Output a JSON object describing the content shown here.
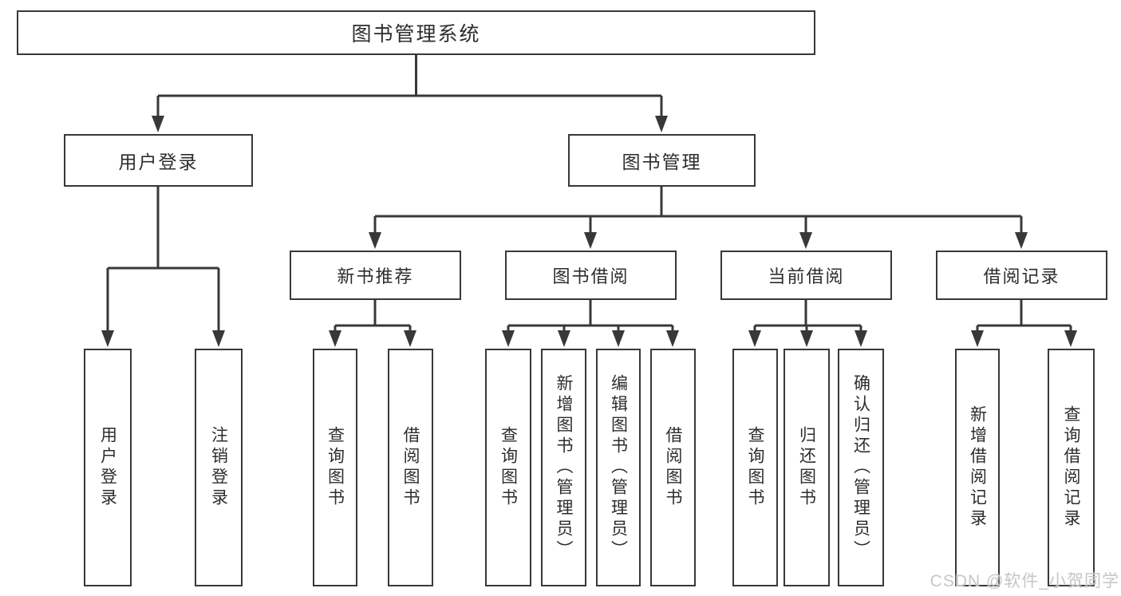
{
  "tree": {
    "root": {
      "label": "图书管理系统"
    },
    "branches": [
      {
        "label": "用户登录",
        "children": [
          {
            "label": "用户登录"
          },
          {
            "label": "注销登录"
          }
        ]
      },
      {
        "label": "图书管理",
        "children": [
          {
            "label": "新书推荐",
            "children": [
              {
                "label": "查询图书"
              },
              {
                "label": "借阅图书"
              }
            ]
          },
          {
            "label": "图书借阅",
            "children": [
              {
                "label": "查询图书"
              },
              {
                "label": "新增图书（管理员）"
              },
              {
                "label": "编辑图书（管理员）"
              },
              {
                "label": "借阅图书"
              }
            ]
          },
          {
            "label": "当前借阅",
            "children": [
              {
                "label": "查询图书"
              },
              {
                "label": "归还图书"
              },
              {
                "label": "确认归还（管理员）"
              }
            ]
          },
          {
            "label": "借阅记录",
            "children": [
              {
                "label": "新增借阅记录"
              },
              {
                "label": "查询借阅记录"
              }
            ]
          }
        ]
      }
    ]
  },
  "watermark": {
    "text": "CSDN @软件_小贺同学"
  },
  "colors": {
    "bg": "#ffffff",
    "line": "#383838",
    "text": "#2d2d2d",
    "watermark": "#c6c6c6"
  }
}
